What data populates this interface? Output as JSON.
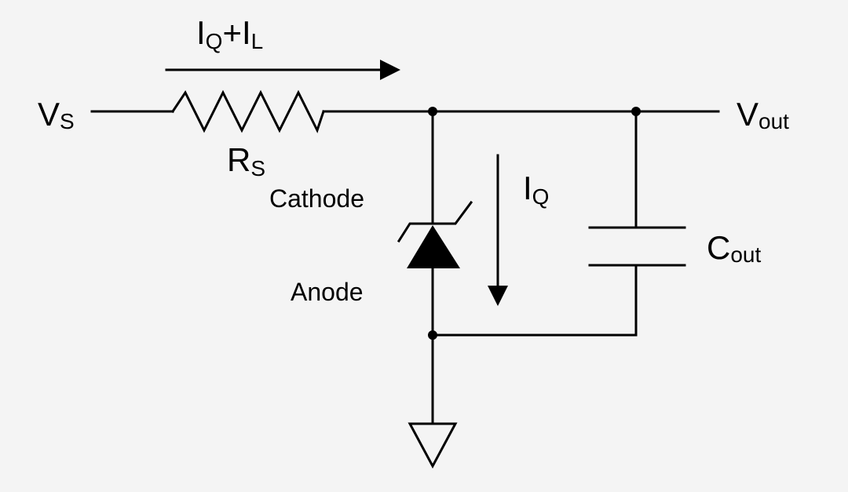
{
  "diagram": {
    "labels": {
      "vs": {
        "main": "V",
        "sub": "S"
      },
      "current_total": {
        "p1": "I",
        "s1": "Q",
        "p2": "+I",
        "s2": "L"
      },
      "rs": {
        "main": "R",
        "sub": "S"
      },
      "vout": {
        "main": "V",
        "sub": "out"
      },
      "cathode": "Cathode",
      "anode": "Anode",
      "iq": {
        "main": "I",
        "sub": "Q"
      },
      "cout": {
        "main": "C",
        "sub": "out"
      }
    },
    "colors": {
      "background": "#f4f4f4",
      "line": "#000000"
    }
  }
}
